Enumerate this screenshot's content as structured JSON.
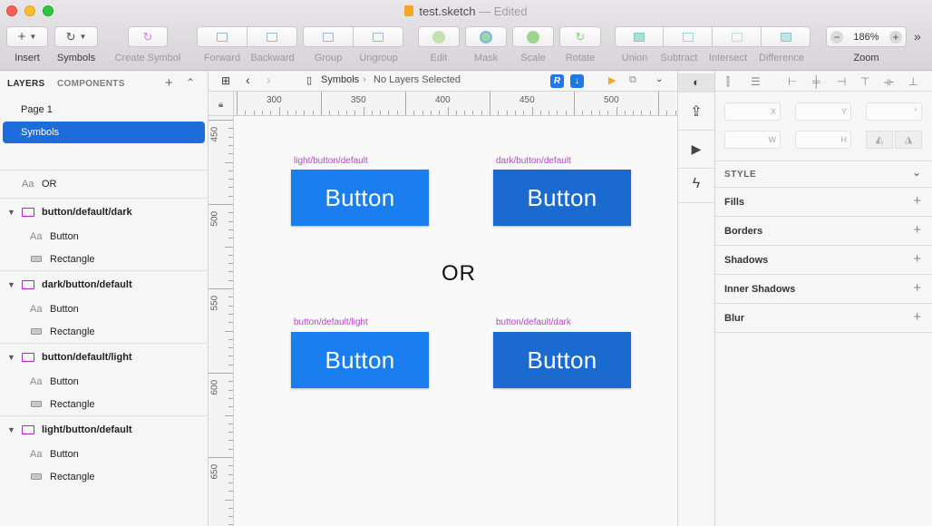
{
  "window": {
    "title": "test.sketch",
    "separator": "—",
    "status": "Edited"
  },
  "toolbar": {
    "insert": {
      "label": "Insert",
      "glyph": "+"
    },
    "symbols": {
      "label": "Symbols"
    },
    "create_symbol": {
      "label": "Create Symbol"
    },
    "forward": {
      "label": "Forward"
    },
    "backward": {
      "label": "Backward"
    },
    "group": {
      "label": "Group"
    },
    "ungroup": {
      "label": "Ungroup"
    },
    "edit": {
      "label": "Edit"
    },
    "mask": {
      "label": "Mask"
    },
    "scale": {
      "label": "Scale"
    },
    "rotate": {
      "label": "Rotate"
    },
    "union": {
      "label": "Union"
    },
    "subtract": {
      "label": "Subtract"
    },
    "intersect": {
      "label": "Intersect"
    },
    "difference": {
      "label": "Difference"
    },
    "zoom": {
      "label": "Zoom",
      "value": "186%",
      "minus": "−",
      "plus": "+"
    },
    "overflow": "»"
  },
  "sidebar": {
    "tabs": [
      "LAYERS",
      "COMPONENTS"
    ],
    "pages": [
      {
        "label": "Page 1",
        "selected": false
      },
      {
        "label": "Symbols",
        "selected": true
      }
    ],
    "text_layer": {
      "label": "OR",
      "icon_text": "Aa"
    },
    "symbols": [
      {
        "name": "button/default/dark",
        "children": [
          {
            "label": "Button",
            "kind": "text",
            "icon_text": "Aa"
          },
          {
            "label": "Rectangle",
            "kind": "rectangle"
          }
        ]
      },
      {
        "name": "dark/button/default",
        "children": [
          {
            "label": "Button",
            "kind": "text",
            "icon_text": "Aa"
          },
          {
            "label": "Rectangle",
            "kind": "rectangle"
          }
        ]
      },
      {
        "name": "button/default/light",
        "children": [
          {
            "label": "Button",
            "kind": "text",
            "icon_text": "Aa"
          },
          {
            "label": "Rectangle",
            "kind": "rectangle"
          }
        ]
      },
      {
        "name": "light/button/default",
        "children": [
          {
            "label": "Button",
            "kind": "text",
            "icon_text": "Aa"
          },
          {
            "label": "Rectangle",
            "kind": "rectangle"
          }
        ]
      }
    ]
  },
  "canvas_bar": {
    "page": "Symbols",
    "selection": "No Layers Selected",
    "plugin_letter": "R",
    "download_glyph": "↓"
  },
  "rulers": {
    "horizontal": [
      "300",
      "350",
      "400",
      "450",
      "500"
    ],
    "vertical": [
      "450",
      "500",
      "550",
      "600",
      "650"
    ]
  },
  "canvas": {
    "symbols": [
      {
        "label": "light/button/default",
        "button_text": "Button",
        "color": "#1a7ef0"
      },
      {
        "label": "dark/button/default",
        "button_text": "Button",
        "color": "#1a6ad0"
      },
      {
        "label": "button/default/light",
        "button_text": "Button",
        "color": "#1a7ef0"
      },
      {
        "label": "button/default/dark",
        "button_text": "Button",
        "color": "#1a6ad0"
      }
    ],
    "or_text": "OR"
  },
  "inspector": {
    "fields": {
      "x": "X",
      "y": "Y",
      "rotation": "°",
      "w": "W",
      "h": "H"
    },
    "style_header": "STYLE",
    "properties": [
      "Fills",
      "Borders",
      "Shadows",
      "Inner Shadows",
      "Blur"
    ],
    "plus_glyph": "+"
  },
  "colors": {
    "accent": "#1e6bdb",
    "symbol_label": "#b546c8",
    "button_light": "#1a7ef0",
    "button_dark": "#1a6ad0"
  }
}
